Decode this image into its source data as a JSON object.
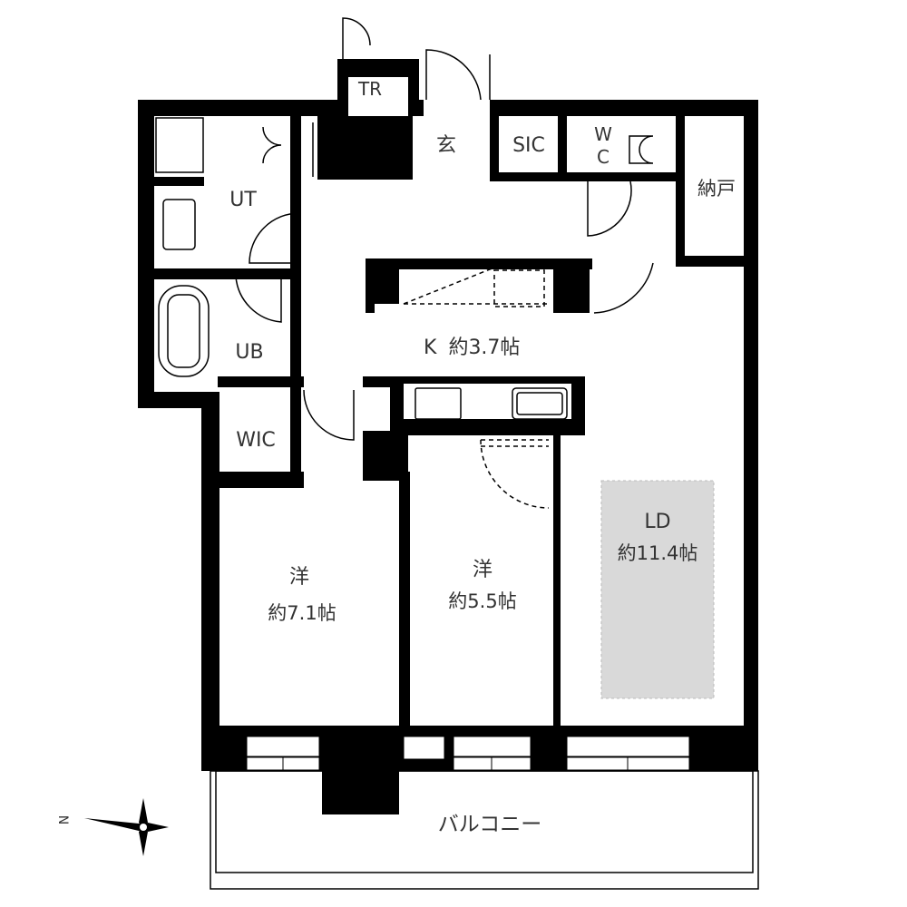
{
  "floorplan": {
    "rooms": {
      "tr": {
        "name": "TR"
      },
      "genkan": {
        "name": "玄"
      },
      "sic": {
        "name": "SIC"
      },
      "wc": {
        "name_line1": "W",
        "name_line2": "C"
      },
      "nando": {
        "name": "納戸"
      },
      "ut": {
        "name": "UT"
      },
      "ub": {
        "name": "UB"
      },
      "wic": {
        "name": "WIC"
      },
      "kitchen": {
        "name": "K",
        "size": "約3.7帖"
      },
      "western1": {
        "name": "洋",
        "size": "約7.1帖"
      },
      "western2": {
        "name": "洋",
        "size": "約5.5帖"
      },
      "ld": {
        "name": "LD",
        "size": "約11.4帖"
      },
      "balcony": {
        "name": "バルコニー"
      }
    },
    "compass": {
      "north_label": "N"
    },
    "colors": {
      "wall": "#000000",
      "ld_highlight": "#d9d9d9",
      "text": "#333333"
    }
  }
}
